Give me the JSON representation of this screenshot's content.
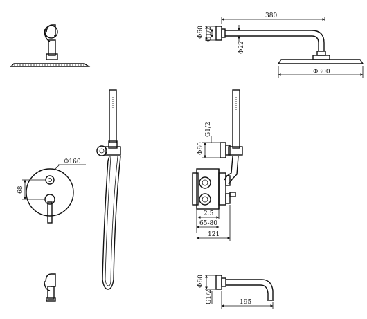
{
  "dimensions": {
    "arm_length": "380",
    "arm_diameter": "Φ22",
    "head_diameter": "Φ300",
    "top_flange_diameter": "Φ60",
    "top_thread": "G1/2",
    "valve_plate_diameter": "Φ160",
    "valve_spacing": "68",
    "valve_thread": "G1/2",
    "valve_flange_diameter": "Φ60",
    "wall_depth_min": "2.5",
    "wall_depth_range": "65-80",
    "valve_body_depth": "121",
    "spout_flange_diameter": "Φ60",
    "spout_thread": "G1/2",
    "spout_length": "195"
  }
}
